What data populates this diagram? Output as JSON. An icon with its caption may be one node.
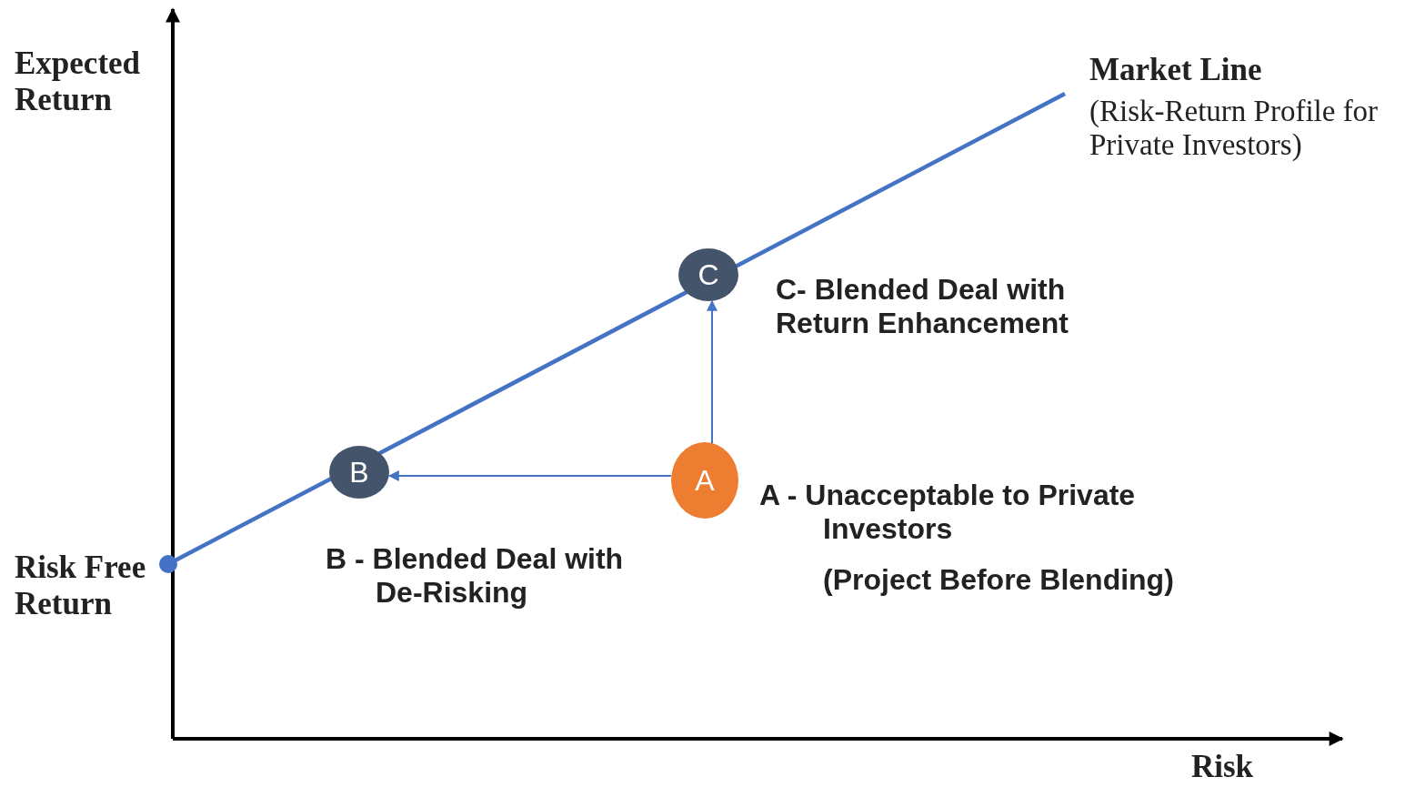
{
  "diagram": {
    "nodes": [
      {
        "text": [
          "C"
        ],
        "beside": [
          "C- Blended Deal with Return Enhancement"
        ]
      },
      {
        "text": [
          "A"
        ],
        "beside": [
          "A - Unacceptable to Private Investors",
          "(Project Before Blending)"
        ]
      },
      {
        "text": [
          "B"
        ],
        "beside": [
          "B - Blended Deal with De-Risking"
        ]
      }
    ],
    "edges": [
      {
        "from": 1,
        "to": 2,
        "arrow": "to"
      },
      {
        "from": 1,
        "to": 0,
        "arrow": "to"
      }
    ],
    "labels": [
      "Expected Return",
      "Market Line",
      "(Risk-Return Profile for Private Investors)",
      "Risk Free Return",
      "Risk"
    ]
  }
}
